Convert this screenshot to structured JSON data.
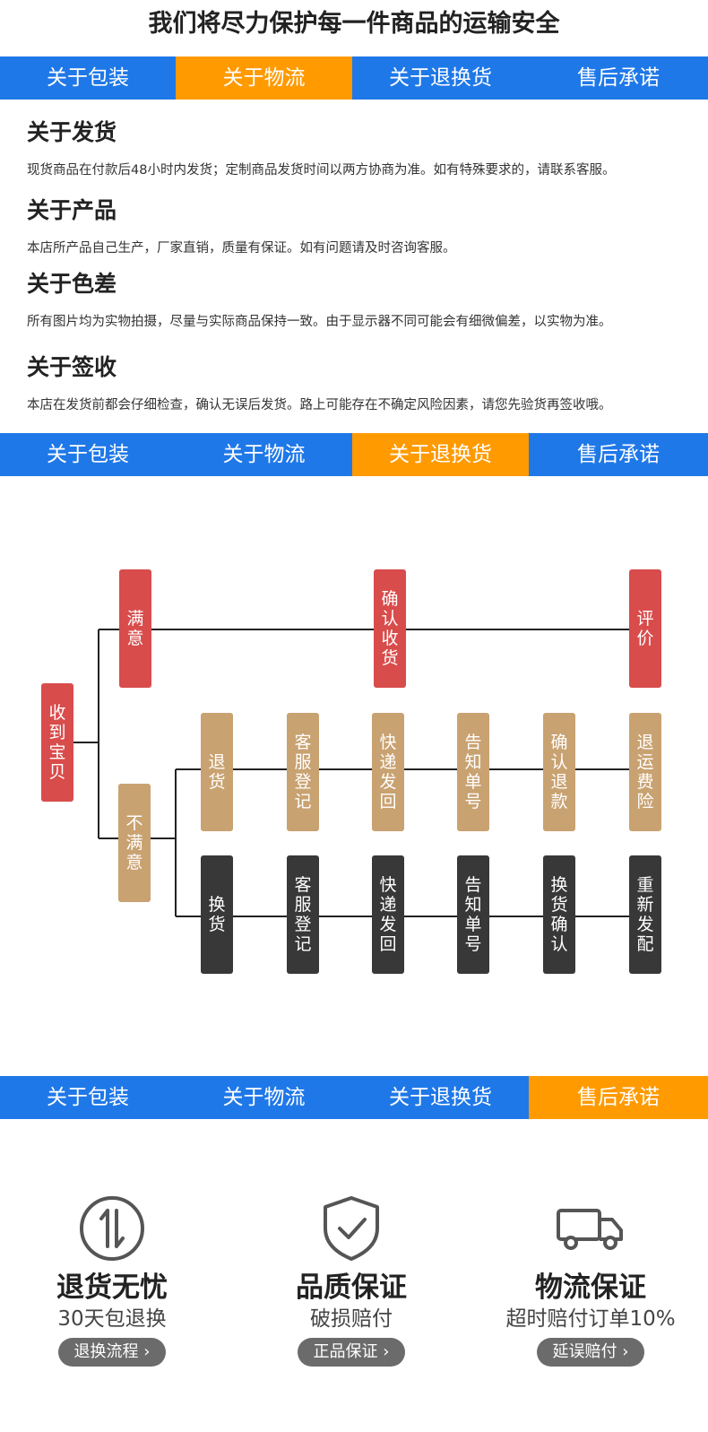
{
  "title": "我们将尽力保护每一件商品的运输安全",
  "tabs": [
    "关于包装",
    "关于物流",
    "关于退换货",
    "售后承诺"
  ],
  "sections": [
    {
      "heading": "关于发货",
      "text": "现货商品在付款后48小时内发货；定制商品发货时间以两方协商为准。如有特殊要求的，请联系客服。"
    },
    {
      "heading": "关于产品",
      "text": "本店所产品自己生产，厂家直销，质量有保证。如有问题请及时咨询客服。"
    },
    {
      "heading": "关于色差",
      "text": "所有图片均为实物拍摄，尽量与实际商品保持一致。由于显示器不同可能会有细微偏差，以实物为准。"
    },
    {
      "heading": "关于签收",
      "text": "本店在发货前都会仔细检查，确认无误后发货。路上可能存在不确定风险因素，请您先验货再签收哦。"
    }
  ],
  "flow": {
    "start": "收到宝贝",
    "satisfied": "满意",
    "confirm": "确认收货",
    "review": "评价",
    "unsatisfied": "不满意",
    "return_steps": [
      "退货",
      "客服登记",
      "快递发回",
      "告知单号",
      "确认退款",
      "退运费险"
    ],
    "exchange_steps": [
      "换货",
      "客服登记",
      "快递发回",
      "告知单号",
      "换货确认",
      "重新发配"
    ],
    "colors": {
      "red": "#d94c4c",
      "tan": "#c9a271",
      "dark": "#383838"
    }
  },
  "guarantees": [
    {
      "icon": "return-arrows-icon",
      "title": "退货无忧",
      "subtitle": "30天包退换",
      "button": "退换流程 ›"
    },
    {
      "icon": "shield-check-icon",
      "title": "品质保证",
      "subtitle": "破损赔付",
      "button": "正品保证 ›"
    },
    {
      "icon": "truck-icon",
      "title": "物流保证",
      "subtitle": "超时赔付订单10%",
      "button": "延误赔付 ›"
    }
  ],
  "colors": {
    "tab_blue": "#1f78e8",
    "tab_active": "#ff9a00"
  }
}
